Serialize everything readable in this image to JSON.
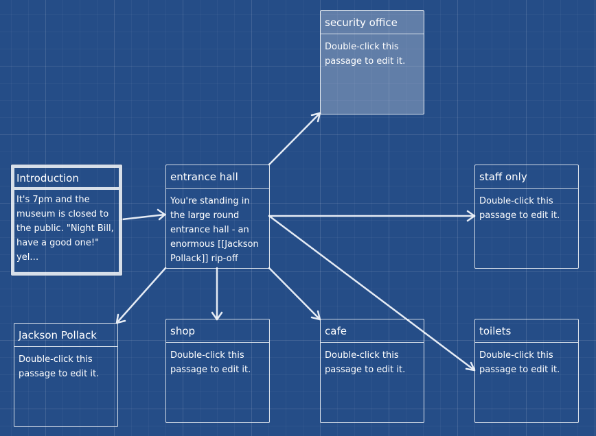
{
  "colors": {
    "background": "#254d87",
    "line": "#e6ecf5",
    "box_border": "#ffffff",
    "text": "#ffffff"
  },
  "passages": [
    {
      "id": "introduction",
      "title": "Introduction",
      "excerpt": "It's 7pm and the museum is closed to the public. \"Night Bill, have a good one!\" yel…",
      "start": true,
      "highlighted": false
    },
    {
      "id": "entrance-hall",
      "title": "entrance hall",
      "excerpt": "You're standing in the large round entrance hall - an enormous [[Jackson Pollack]] rip-off han…",
      "start": false,
      "highlighted": false
    },
    {
      "id": "security-office",
      "title": "security office",
      "excerpt": "Double-click this passage to edit it.",
      "start": false,
      "highlighted": true
    },
    {
      "id": "staff-only",
      "title": "staff only",
      "excerpt": "Double-click this passage to edit it.",
      "start": false,
      "highlighted": false
    },
    {
      "id": "jackson-pollack",
      "title": "Jackson Pollack",
      "excerpt": "Double-click this passage to edit it.",
      "start": false,
      "highlighted": false
    },
    {
      "id": "shop",
      "title": "shop",
      "excerpt": "Double-click this passage to edit it.",
      "start": false,
      "highlighted": false
    },
    {
      "id": "cafe",
      "title": "cafe",
      "excerpt": "Double-click this passage to edit it.",
      "start": false,
      "highlighted": false
    },
    {
      "id": "toilets",
      "title": "toilets",
      "excerpt": "Double-click this passage to edit it.",
      "start": false,
      "highlighted": false
    }
  ],
  "links": [
    {
      "from": "introduction",
      "to": "entrance-hall"
    },
    {
      "from": "entrance-hall",
      "to": "security-office"
    },
    {
      "from": "entrance-hall",
      "to": "staff-only"
    },
    {
      "from": "entrance-hall",
      "to": "jackson-pollack"
    },
    {
      "from": "entrance-hall",
      "to": "shop"
    },
    {
      "from": "entrance-hall",
      "to": "cafe"
    },
    {
      "from": "entrance-hall",
      "to": "toilets"
    }
  ]
}
